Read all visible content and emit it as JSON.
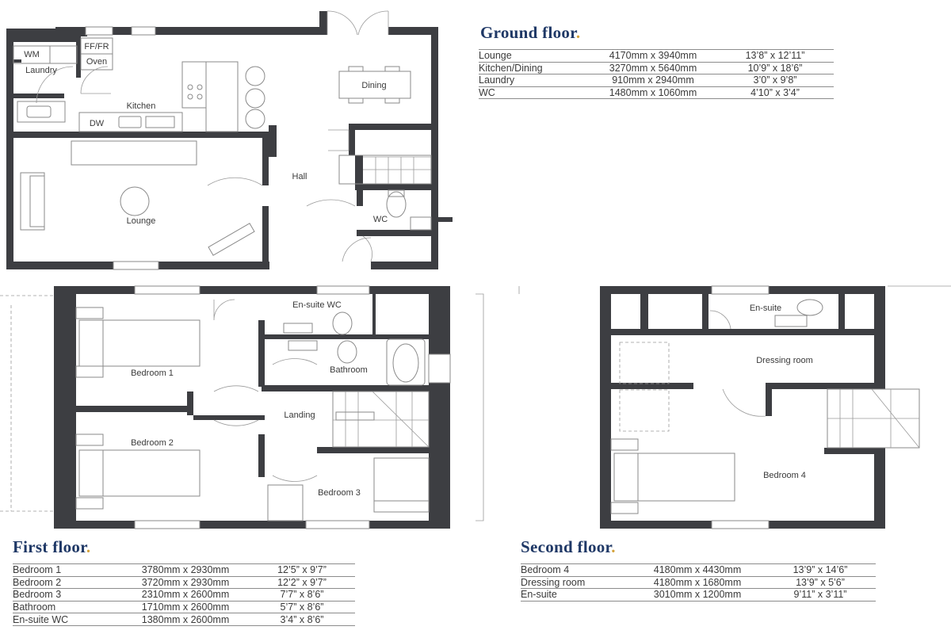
{
  "ground_floor": {
    "title": "Ground floor",
    "title_dot": ".",
    "labels": {
      "wm": "WM",
      "laundry": "Laundry",
      "ff_fr": "FF/FR",
      "oven": "Oven",
      "kitchen": "Kitchen",
      "dw": "DW",
      "dining": "Dining",
      "hall": "Hall",
      "lounge": "Lounge",
      "wc": "WC"
    },
    "rooms": [
      {
        "name": "Lounge",
        "metric": "4170mm x 3940mm",
        "imperial": "13’8” x 12’11”"
      },
      {
        "name": "Kitchen/Dining",
        "metric": "3270mm x 5640mm",
        "imperial": "10’9” x 18’6”"
      },
      {
        "name": "Laundry",
        "metric": "910mm x 2940mm",
        "imperial": "3’0” x 9’8”"
      },
      {
        "name": "WC",
        "metric": "1480mm x 1060mm",
        "imperial": "4’10” x 3’4”"
      }
    ]
  },
  "first_floor": {
    "title": "First floor",
    "title_dot": ".",
    "labels": {
      "ensuite_wc": "En-suite WC",
      "bathroom": "Bathroom",
      "bedroom1": "Bedroom 1",
      "landing": "Landing",
      "bedroom2": "Bedroom 2",
      "bedroom3": "Bedroom 3"
    },
    "rooms": [
      {
        "name": "Bedroom 1",
        "metric": "3780mm x 2930mm",
        "imperial": "12’5” x 9’7”"
      },
      {
        "name": "Bedroom 2",
        "metric": "3720mm x 2930mm",
        "imperial": "12’2” x 9’7”"
      },
      {
        "name": "Bedroom 3",
        "metric": "2310mm x 2600mm",
        "imperial": "7’7” x 8’6”"
      },
      {
        "name": "Bathroom",
        "metric": "1710mm x 2600mm",
        "imperial": "5’7” x 8’6”"
      },
      {
        "name": "En-suite WC",
        "metric": "1380mm x 2600mm",
        "imperial": "3’4” x 8’6”"
      }
    ]
  },
  "second_floor": {
    "title": "Second floor",
    "title_dot": ".",
    "labels": {
      "ensuite": "En-suite",
      "dressing_room": "Dressing room",
      "bedroom4": "Bedroom 4"
    },
    "rooms": [
      {
        "name": "Bedroom 4",
        "metric": "4180mm x 4430mm",
        "imperial": "13’9” x 14’6”"
      },
      {
        "name": "Dressing room",
        "metric": "4180mm x 1680mm",
        "imperial": "13’9” x 5’6”"
      },
      {
        "name": "En-suite",
        "metric": "3010mm x 1200mm",
        "imperial": "9’11” x 3’11”"
      }
    ]
  },
  "colors": {
    "wall": "#3d3e42",
    "title": "#1f3866",
    "title_dot": "#d4a23a",
    "text": "#3a3a3a"
  }
}
